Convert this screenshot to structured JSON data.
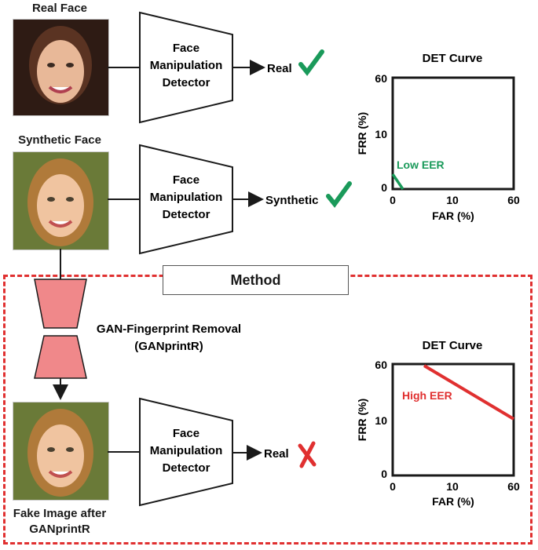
{
  "rows": {
    "real": {
      "title": "Real Face",
      "detector": "Face\nManipulation\nDetector",
      "output": "Real",
      "mark": "check"
    },
    "synthetic": {
      "title": "Synthetic Face",
      "detector": "Face\nManipulation\nDetector",
      "output": "Synthetic",
      "mark": "check"
    },
    "fake": {
      "caption_line1": "Fake Image after",
      "caption_line2": "GANprintR",
      "detector": "Face\nManipulation\nDetector",
      "output": "Real",
      "mark": "cross"
    }
  },
  "method": {
    "label": "Method"
  },
  "ganprint": {
    "line1": "GAN-Fingerprint Removal",
    "line2": "(GANprintR)"
  },
  "det_top": {
    "title": "DET Curve",
    "xlabel": "FAR (%)",
    "ylabel": "FRR (%)",
    "xticks": [
      "0",
      "10",
      "60"
    ],
    "yticks": [
      "60",
      "10",
      "0"
    ],
    "annotation": "Low EER"
  },
  "det_bottom": {
    "title": "DET Curve",
    "xlabel": "FAR (%)",
    "ylabel": "FRR (%)",
    "xticks": [
      "0",
      "10",
      "60"
    ],
    "yticks": [
      "60",
      "10",
      "0"
    ],
    "annotation": "High EER"
  },
  "colors": {
    "check": "#1a9a5a",
    "cross": "#e03030",
    "low_eer": "#1a9a5a",
    "high_eer": "#e03030",
    "ganprint_fill": "#f0888a",
    "dashed_border": "#e03030"
  }
}
